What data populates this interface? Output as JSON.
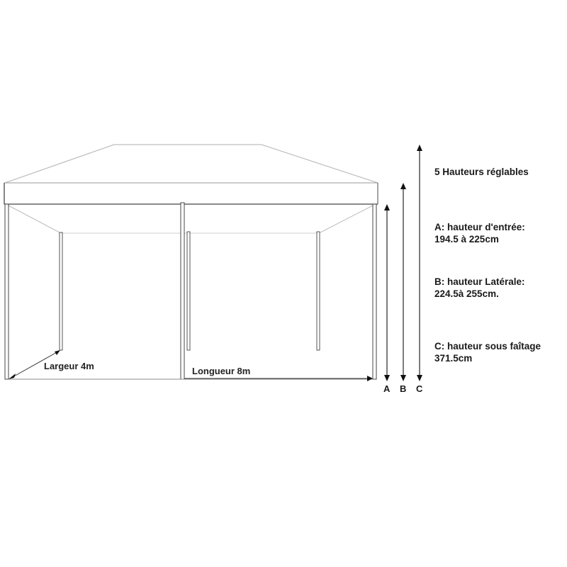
{
  "diagram": {
    "title": "5 Hauteurs réglables",
    "heights": [
      {
        "letter": "A",
        "label": "A: hauteur d'entrée:",
        "value": "194.5 à 225cm"
      },
      {
        "letter": "B",
        "label": "B: hauteur Latérale:",
        "value": "224.5à 255cm."
      },
      {
        "letter": "C",
        "label": "C: hauteur sous faîtage",
        "value": "371.5cm"
      }
    ],
    "dimensions": {
      "width_label": "Largeur 4m",
      "length_label": "Longueur  8m"
    },
    "colors": {
      "outline": "#333333",
      "light_line": "#bbbbbb",
      "text": "#1a1a1a"
    }
  }
}
